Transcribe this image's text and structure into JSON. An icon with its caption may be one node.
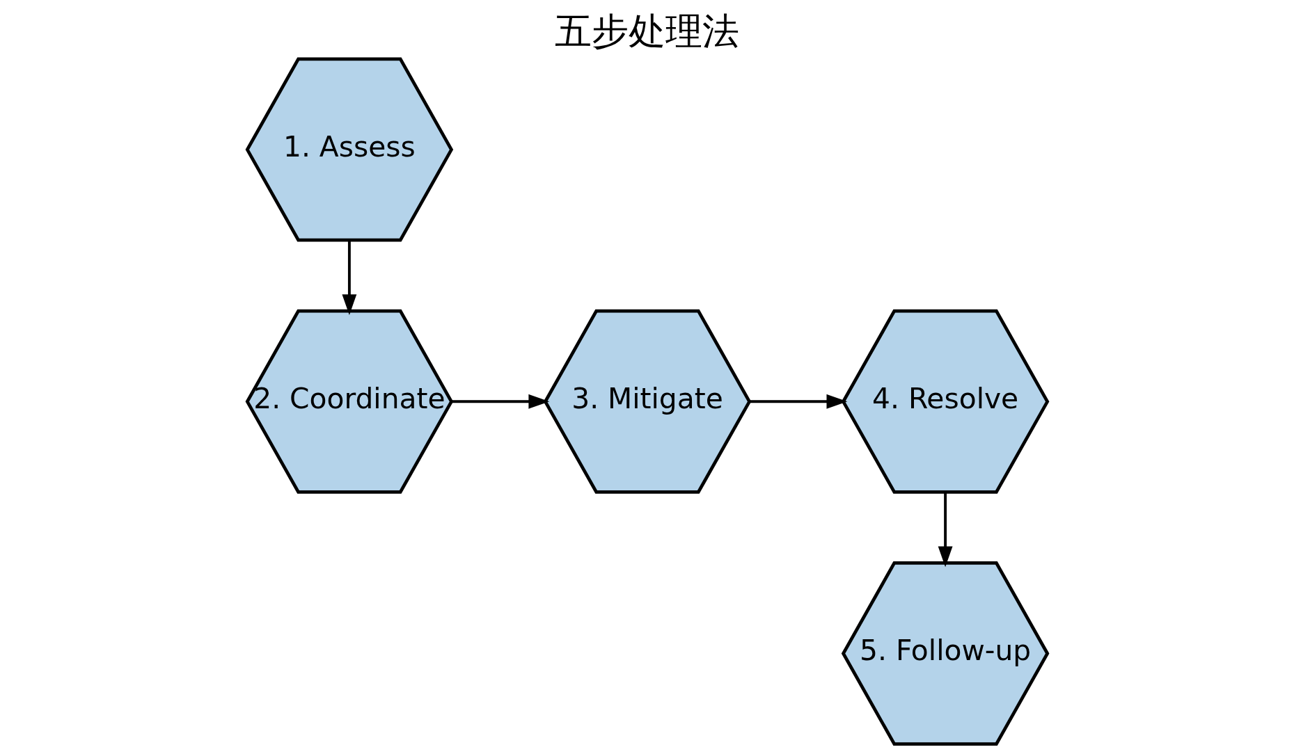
{
  "diagram": {
    "title": "五步处理法",
    "nodes": [
      {
        "text": [
          "1. Assess"
        ]
      },
      {
        "text": [
          "2. Coordinate"
        ]
      },
      {
        "text": [
          "3. Mitigate"
        ]
      },
      {
        "text": [
          "4. Resolve"
        ]
      },
      {
        "text": [
          "5. Follow-up"
        ]
      }
    ],
    "edges": [
      {
        "from": 0,
        "to": 1,
        "arrow": "to"
      },
      {
        "from": 1,
        "to": 2,
        "arrow": "to"
      },
      {
        "from": 2,
        "to": 3,
        "arrow": "to"
      },
      {
        "from": 3,
        "to": 4,
        "arrow": "to"
      }
    ]
  }
}
